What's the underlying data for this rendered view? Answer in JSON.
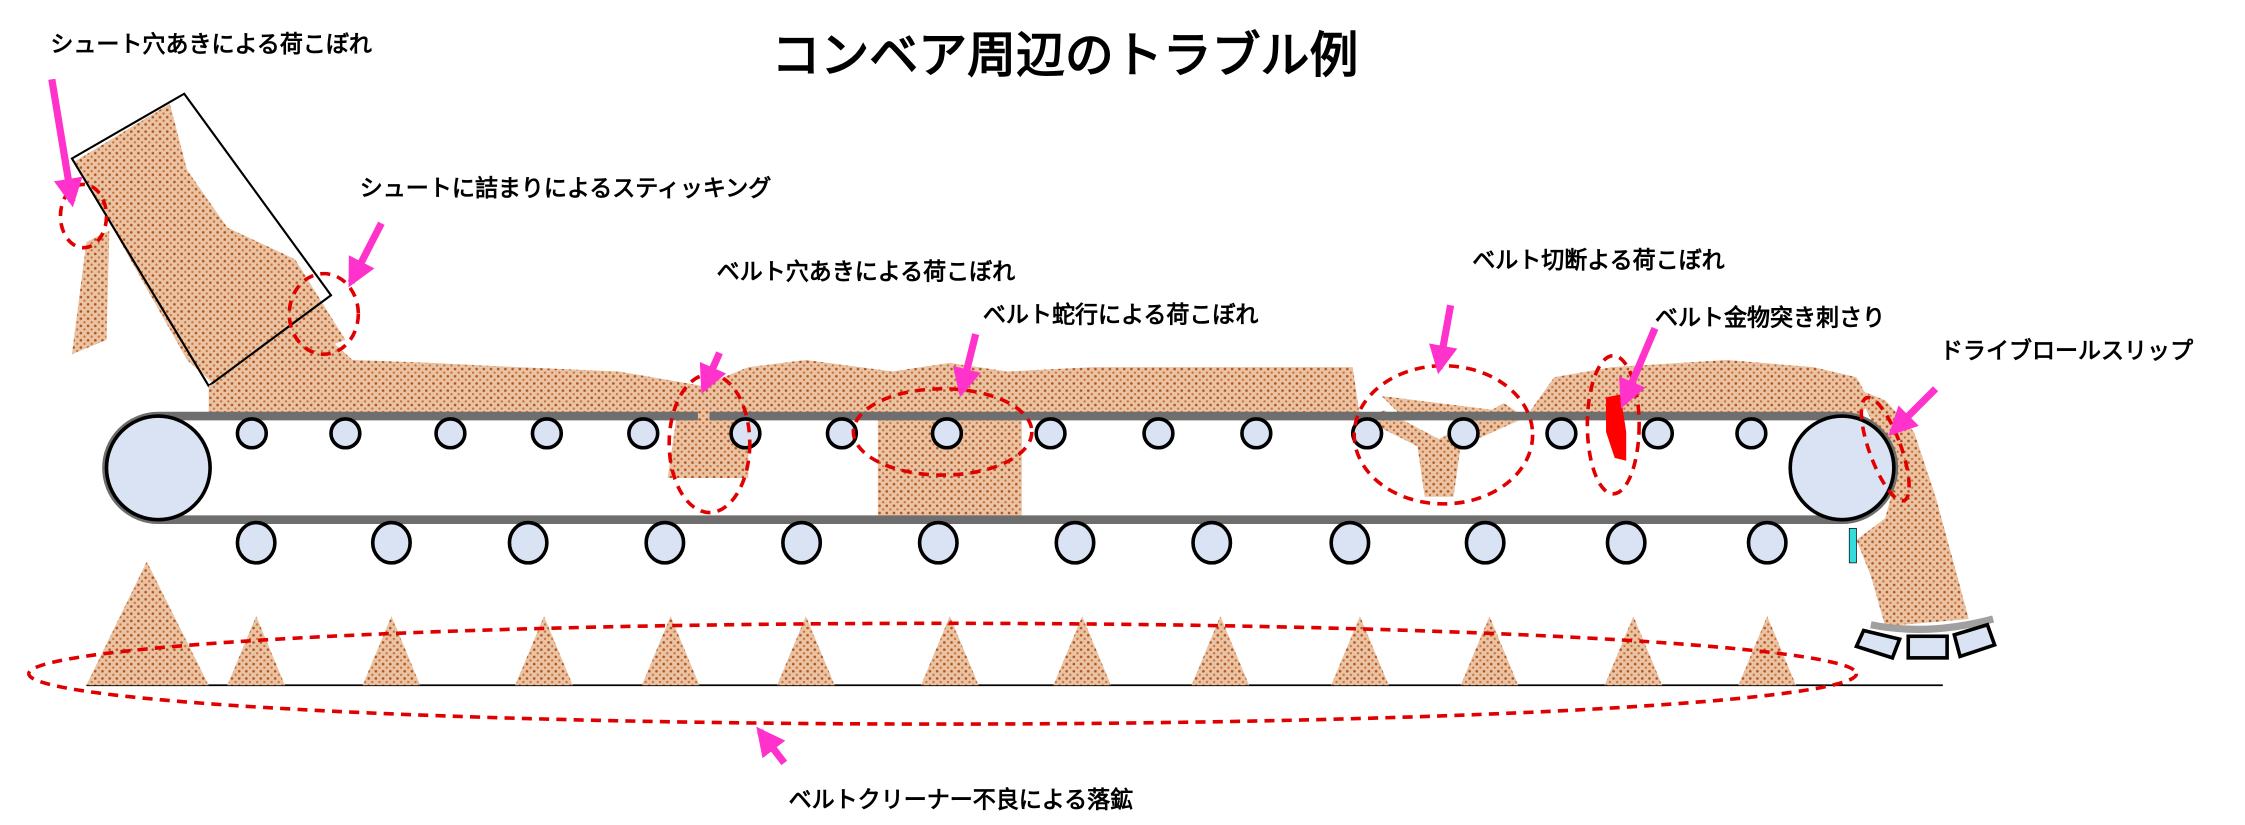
{
  "title": "コンベア周辺のトラブル例",
  "labels": {
    "chute_hole": "シュート穴あきによる荷こぼれ",
    "chute_sticking": "シュートに詰まりによるスティッキング",
    "belt_hole": "ベルト穴あきによる荷こぼれ",
    "belt_meander": "ベルト蛇行による荷こぼれ",
    "belt_cut": "ベルト切断よる荷こぼれ",
    "belt_metal": "ベルト金物突き刺さり",
    "drive_slip": "ドライブロールスリップ",
    "belt_cleaner": "ベルトクリーナー不良による落鉱"
  },
  "colors": {
    "material": "#e9c3a4",
    "material_dots": "#b0521e",
    "belt": "#6e6e6e",
    "roller": "#dae3f3",
    "callout_arrow": "#ff33cc",
    "highlight_ring": "#e00000",
    "metal": "#ff0000",
    "scraper": "#33dddd"
  }
}
